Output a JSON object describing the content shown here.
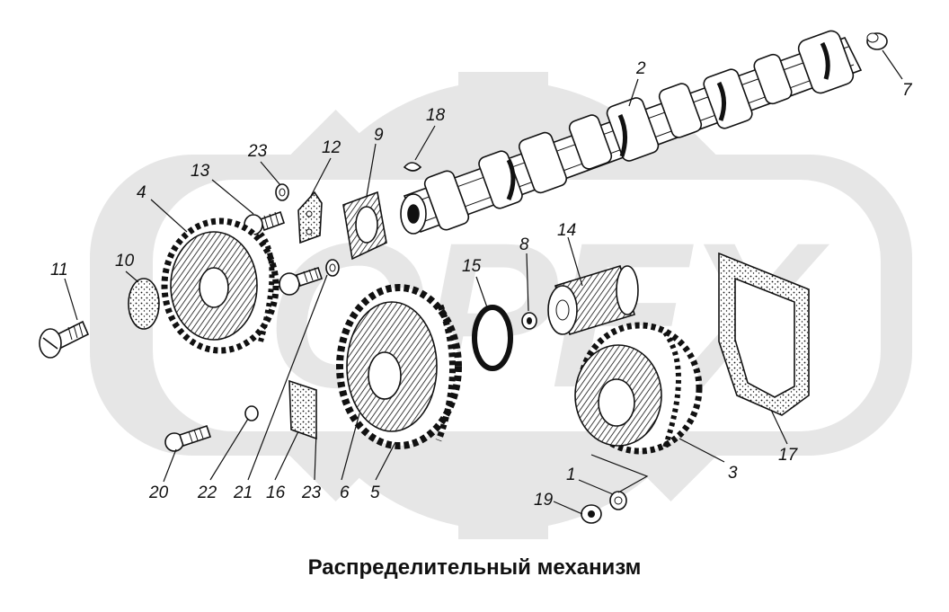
{
  "caption": "Распределительный механизм",
  "watermark_text": "OPEX",
  "colors": {
    "ink": "#111111",
    "watermark": "#e6e6e6",
    "watermark_dark": "#d9d9d9",
    "paper": "#ffffff"
  },
  "parts": [
    {
      "label": "1"
    },
    {
      "label": "2"
    },
    {
      "label": "3"
    },
    {
      "label": "4"
    },
    {
      "label": "5"
    },
    {
      "label": "6"
    },
    {
      "label": "7"
    },
    {
      "label": "8"
    },
    {
      "label": "9"
    },
    {
      "label": "10"
    },
    {
      "label": "11"
    },
    {
      "label": "12"
    },
    {
      "label": "13"
    },
    {
      "label": "14"
    },
    {
      "label": "15"
    },
    {
      "label": "16"
    },
    {
      "label": "17"
    },
    {
      "label": "18"
    },
    {
      "label": "19"
    },
    {
      "label": "20"
    },
    {
      "label": "21"
    },
    {
      "label": "22"
    },
    {
      "label": "23"
    },
    {
      "label": "23"
    }
  ]
}
